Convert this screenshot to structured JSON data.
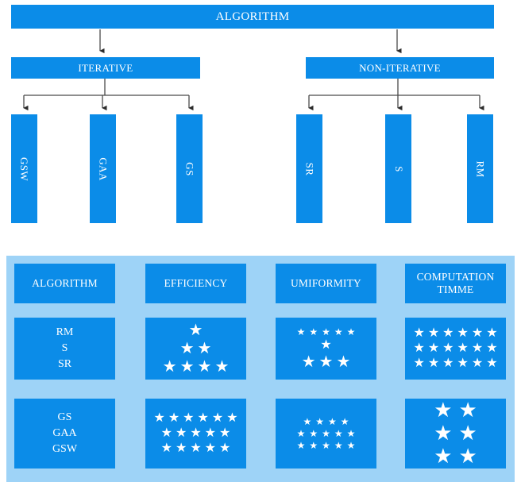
{
  "flowchart": {
    "root": {
      "label": "ALGORITHM"
    },
    "level2": [
      {
        "label": "ITERATIVE"
      },
      {
        "label": "NON-ITERATIVE"
      }
    ],
    "leaves": [
      {
        "label": "GSW"
      },
      {
        "label": "GAA"
      },
      {
        "label": "GS"
      },
      {
        "label": "SR"
      },
      {
        "label": "S"
      },
      {
        "label": "RM"
      }
    ]
  },
  "table": {
    "headers": [
      "ALGORITHM",
      "EFFICIENCY",
      "UMIFORMITY",
      "COMPUTATION TIMME"
    ],
    "rows": [
      {
        "algorithms": [
          "RM",
          "S",
          "SR"
        ],
        "efficiency": {
          "rows": [
            1,
            2,
            4
          ],
          "size": "s-lg"
        },
        "uniformity": {
          "rows": [
            5,
            1,
            3
          ],
          "sizes": [
            "s-sm",
            "s-md",
            "s-lg"
          ]
        },
        "computation_time": {
          "rows": [
            6,
            6,
            6
          ],
          "size": "s-md"
        }
      },
      {
        "algorithms": [
          "GS",
          "GAA",
          "GSW"
        ],
        "efficiency": {
          "rows": [
            6,
            5,
            5
          ],
          "size": "s-md"
        },
        "uniformity": {
          "rows": [
            4,
            5,
            5
          ],
          "sizes": [
            "s-sm",
            "s-sm",
            "s-sm"
          ]
        },
        "computation_time": {
          "rows": [
            2,
            2,
            2
          ],
          "size": "s-xl"
        }
      }
    ]
  },
  "colors": {
    "box_blue": "#0b8ce8",
    "panel_blue": "#9ed3f7",
    "text_white": "#ffffff",
    "connector": "#3f3f3f",
    "background": "#ffffff"
  },
  "glyphs": {
    "star": "★"
  }
}
